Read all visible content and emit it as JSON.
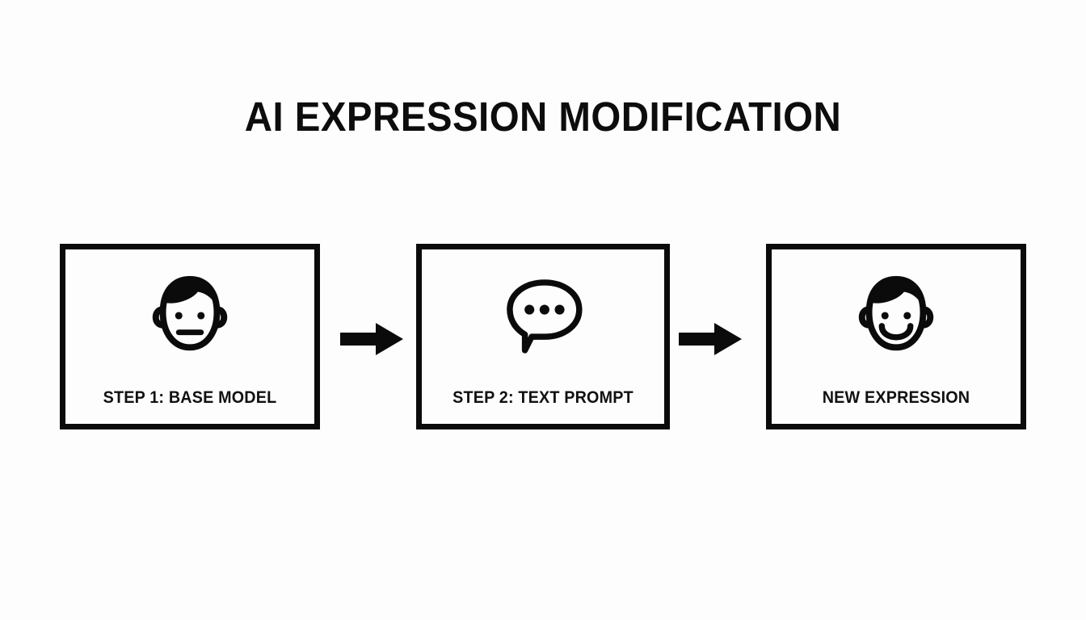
{
  "slide": {
    "title": "AI EXPRESSION MODIFICATION",
    "background_color": "#fdfdfd",
    "ink_color": "#0b0b0b"
  },
  "flow": {
    "steps": [
      {
        "label": "STEP 1: BASE MODEL",
        "icon": "neutral-face-icon",
        "icon_description": "head with hair swoop, two dot eyes, ears, straight neutral mouth"
      },
      {
        "label": "STEP 2: TEXT PROMPT",
        "icon": "speech-bubble-icon",
        "icon_description": "oval speech bubble with three dots and a tail pointing down-left"
      },
      {
        "label": "NEW EXPRESSION",
        "icon": "smiling-face-icon",
        "icon_description": "head with hair swoop, two dot eyes, ears, curved smiling mouth"
      }
    ],
    "connectors": [
      {
        "icon": "arrow-right-icon"
      },
      {
        "icon": "arrow-right-icon"
      }
    ]
  }
}
